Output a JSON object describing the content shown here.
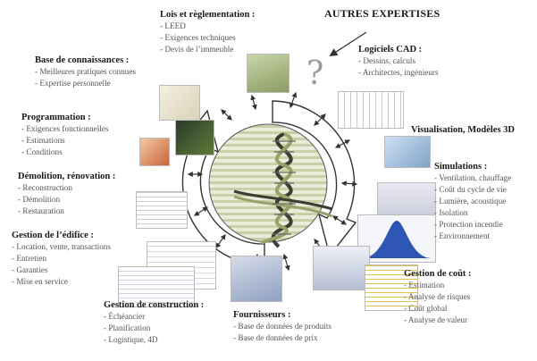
{
  "other_expertise": "AUTRES EXPERTISES",
  "question_mark": "?",
  "colors": {
    "arrow": "#333333",
    "ring_fill": "#ffffff",
    "center_fill": "#e9ecd8",
    "stripe": "#c9cfa8",
    "helix_dark": "#3c3c30",
    "helix_light": "#9aa06a"
  },
  "categories": [
    {
      "key": "lois",
      "title": "Lois et règlementation :",
      "items": [
        "LEED",
        "Exigences techniques",
        "Devis de l’immeuble"
      ]
    },
    {
      "key": "logiciels",
      "title": "Logiciels CAD :",
      "items": [
        "Dessins, calculs",
        "Architectes, ingénieurs"
      ]
    },
    {
      "key": "base",
      "title": "Base de connaissances :",
      "items": [
        "Meilleures pratiques connues",
        "Expertise personnelle"
      ]
    },
    {
      "key": "programmation",
      "title": "Programmation :",
      "items": [
        "Exigences fonctionnelles",
        "Estimations",
        "Conditions"
      ]
    },
    {
      "key": "visualisation",
      "title": "Visualisation, Modèles 3D",
      "items": []
    },
    {
      "key": "demolition",
      "title": "Démolition, rénovation :",
      "items": [
        "Reconstruction",
        "Démolition",
        "Restauration"
      ]
    },
    {
      "key": "simulations",
      "title": "Simulations :",
      "items": [
        "Ventilation, chauffage",
        "Coût du cycle de vie",
        "Lumière, acoustique",
        "Isolation",
        "Protection incendie",
        "Environnement"
      ]
    },
    {
      "key": "edifice",
      "title": "Gestion de l’édifice :",
      "items": [
        "Location, vente, transactions",
        "Entretien",
        "Garanties",
        "Mise en service"
      ]
    },
    {
      "key": "cout",
      "title": "Gestion de coût :",
      "items": [
        "Estimation",
        "Analyse de risques",
        "Coût global",
        "Analyse de valeur"
      ]
    },
    {
      "key": "construction",
      "title": "Gestion de construction :",
      "items": [
        "Échéancier",
        "Planification",
        "Logistique, 4D"
      ]
    },
    {
      "key": "fournisseurs",
      "title": "Fournisseurs :",
      "items": [
        "Base de données de produits",
        "Base de données de prix"
      ]
    }
  ]
}
